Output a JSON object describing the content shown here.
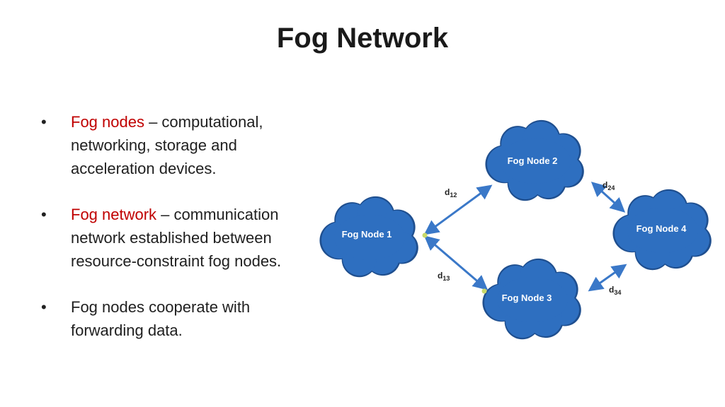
{
  "title": "Fog Network",
  "bullets": [
    {
      "term": "Fog nodes",
      "text": " – computational, networking, storage and acceleration devices."
    },
    {
      "term": "Fog network",
      "text": " – communication network established between resource-constraint fog nodes."
    },
    {
      "term": "",
      "text": "Fog nodes cooperate with forwarding data."
    }
  ],
  "bullet_glyph": "•",
  "colors": {
    "term": "#c00000",
    "cloud_fill": "#2e6fc0",
    "cloud_stroke": "#1f4f8f",
    "edge": "#3a78c8",
    "endpoint": "#c8d96a"
  },
  "diagram": {
    "nodes": [
      {
        "id": "n1",
        "label": "Fog Node 1"
      },
      {
        "id": "n2",
        "label": "Fog Node 2"
      },
      {
        "id": "n3",
        "label": "Fog Node 3"
      },
      {
        "id": "n4",
        "label": "Fog Node 4"
      }
    ],
    "edges": [
      {
        "from": "n1",
        "to": "n2",
        "label": "d",
        "sub": "12"
      },
      {
        "from": "n1",
        "to": "n3",
        "label": "d",
        "sub": "13"
      },
      {
        "from": "n2",
        "to": "n4",
        "label": "d",
        "sub": "24"
      },
      {
        "from": "n3",
        "to": "n4",
        "label": "d",
        "sub": "34"
      }
    ]
  }
}
